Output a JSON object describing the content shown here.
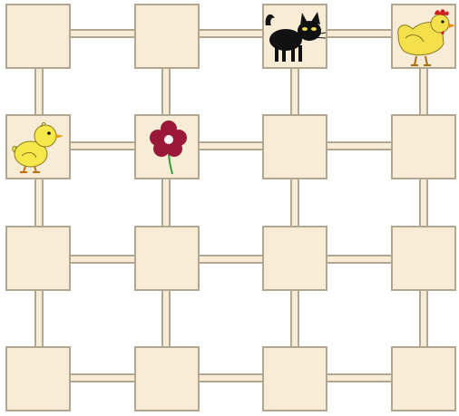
{
  "board": {
    "rows": 4,
    "cols": 4,
    "tile_color": "#f8ecd6",
    "border_color": "#b0a792",
    "tiles": [
      {
        "row": 0,
        "col": 0,
        "item": ""
      },
      {
        "row": 0,
        "col": 1,
        "item": ""
      },
      {
        "row": 0,
        "col": 2,
        "item": "cat"
      },
      {
        "row": 0,
        "col": 3,
        "item": "hen"
      },
      {
        "row": 1,
        "col": 0,
        "item": "chick"
      },
      {
        "row": 1,
        "col": 1,
        "item": "flower"
      },
      {
        "row": 1,
        "col": 2,
        "item": ""
      },
      {
        "row": 1,
        "col": 3,
        "item": ""
      },
      {
        "row": 2,
        "col": 0,
        "item": ""
      },
      {
        "row": 2,
        "col": 1,
        "item": ""
      },
      {
        "row": 2,
        "col": 2,
        "item": ""
      },
      {
        "row": 2,
        "col": 3,
        "item": ""
      },
      {
        "row": 3,
        "col": 0,
        "item": ""
      },
      {
        "row": 3,
        "col": 1,
        "item": ""
      },
      {
        "row": 3,
        "col": 2,
        "item": ""
      },
      {
        "row": 3,
        "col": 3,
        "item": ""
      }
    ]
  }
}
